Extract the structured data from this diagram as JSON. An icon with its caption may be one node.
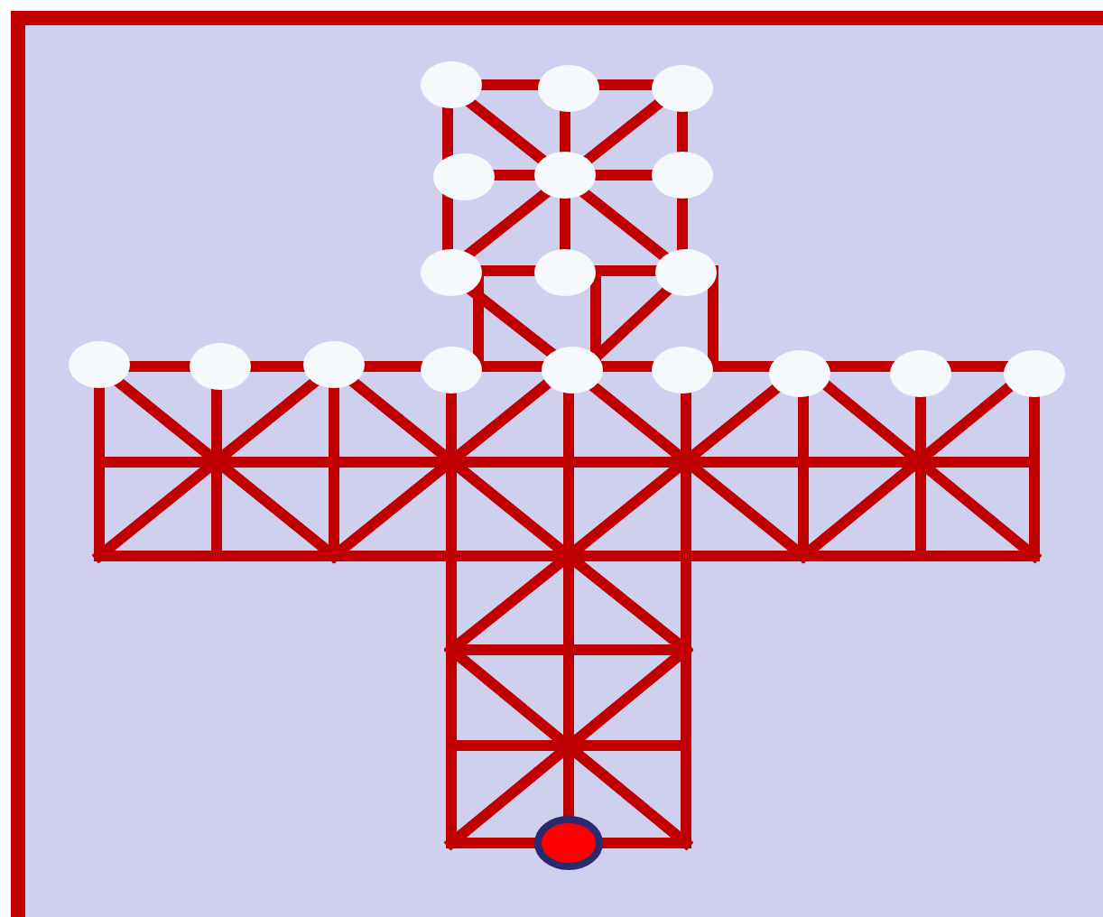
{
  "diagram": {
    "nodes": [
      {
        "text": [],
        "shape": "circle"
      },
      {
        "text": [],
        "shape": "circle"
      },
      {
        "text": [],
        "shape": "circle"
      },
      {
        "text": [],
        "shape": "circle"
      },
      {
        "text": [],
        "shape": "circle"
      },
      {
        "text": [],
        "shape": "circle"
      },
      {
        "text": [],
        "shape": "circle"
      },
      {
        "text": [],
        "shape": "circle"
      },
      {
        "text": [],
        "shape": "circle"
      },
      {
        "text": [],
        "shape": "circle"
      },
      {
        "text": [],
        "shape": "circle"
      },
      {
        "text": [],
        "shape": "circle"
      },
      {
        "text": [],
        "shape": "circle"
      },
      {
        "text": [],
        "shape": "circle"
      },
      {
        "text": [],
        "shape": "circle"
      },
      {
        "text": [],
        "shape": "circle"
      },
      {
        "text": [],
        "shape": "circle"
      },
      {
        "text": [],
        "shape": "circle"
      },
      {
        "text": [],
        "shape": "circle"
      }
    ]
  }
}
